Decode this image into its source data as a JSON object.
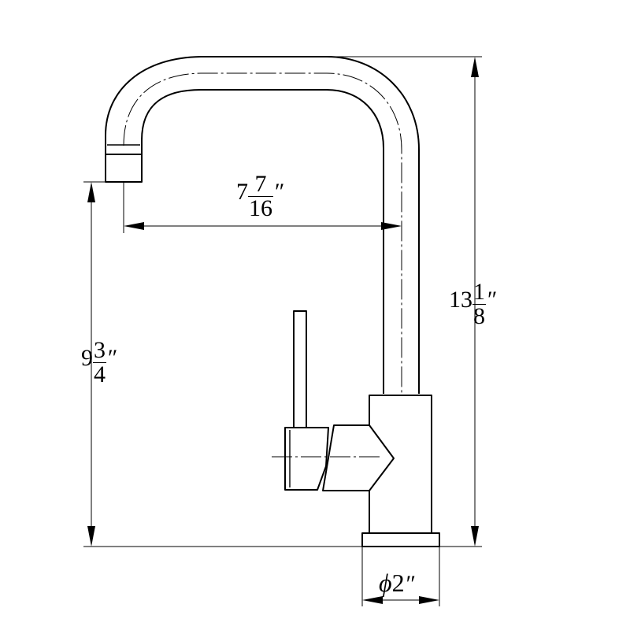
{
  "dimensions": {
    "spout_reach": {
      "whole": "7",
      "numerator": "7",
      "denominator": "16",
      "mark": "″"
    },
    "total_height": {
      "whole": "13",
      "numerator": "1",
      "denominator": "8",
      "mark": "″"
    },
    "spout_height": {
      "whole": "9",
      "numerator": "3",
      "denominator": "4",
      "mark": "″"
    },
    "base_diameter": {
      "symbol": "ϕ",
      "value": "2",
      "mark": "″"
    }
  }
}
